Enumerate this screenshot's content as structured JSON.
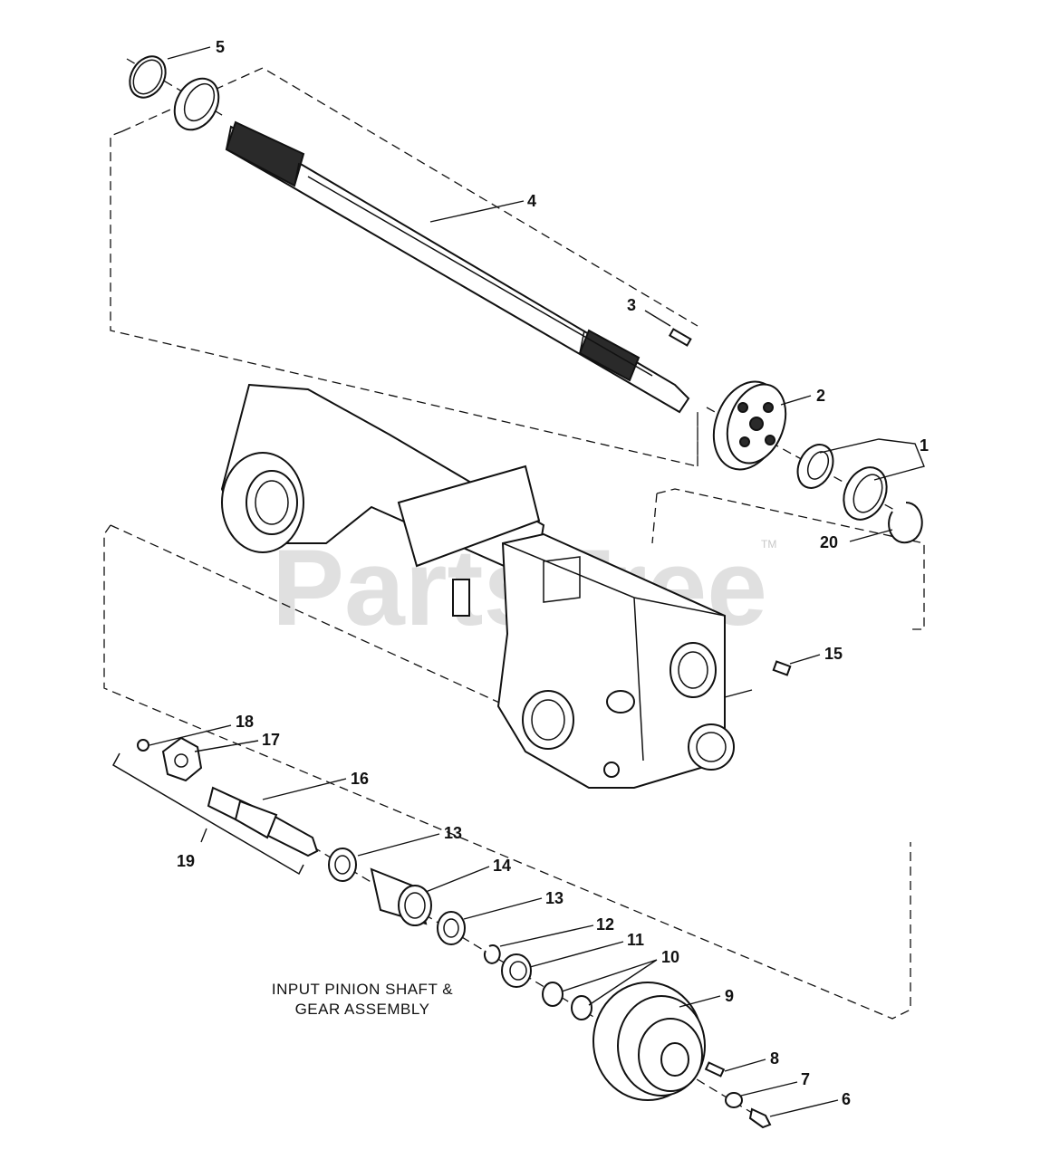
{
  "watermark": {
    "text": "PartsTree",
    "tm": "TM"
  },
  "caption": {
    "line1": "INPUT PINION SHAFT &",
    "line2": "GEAR ASSEMBLY"
  },
  "callouts": {
    "c1": "1",
    "c2": "2",
    "c3": "3",
    "c4": "4",
    "c5": "5",
    "c6": "6",
    "c7": "7",
    "c8": "8",
    "c9": "9",
    "c10": "10",
    "c11": "11",
    "c12": "12",
    "c13a": "13",
    "c13b": "13",
    "c14": "14",
    "c15": "15",
    "c16": "16",
    "c17": "17",
    "c18": "18",
    "c19": "19",
    "c20": "20"
  }
}
